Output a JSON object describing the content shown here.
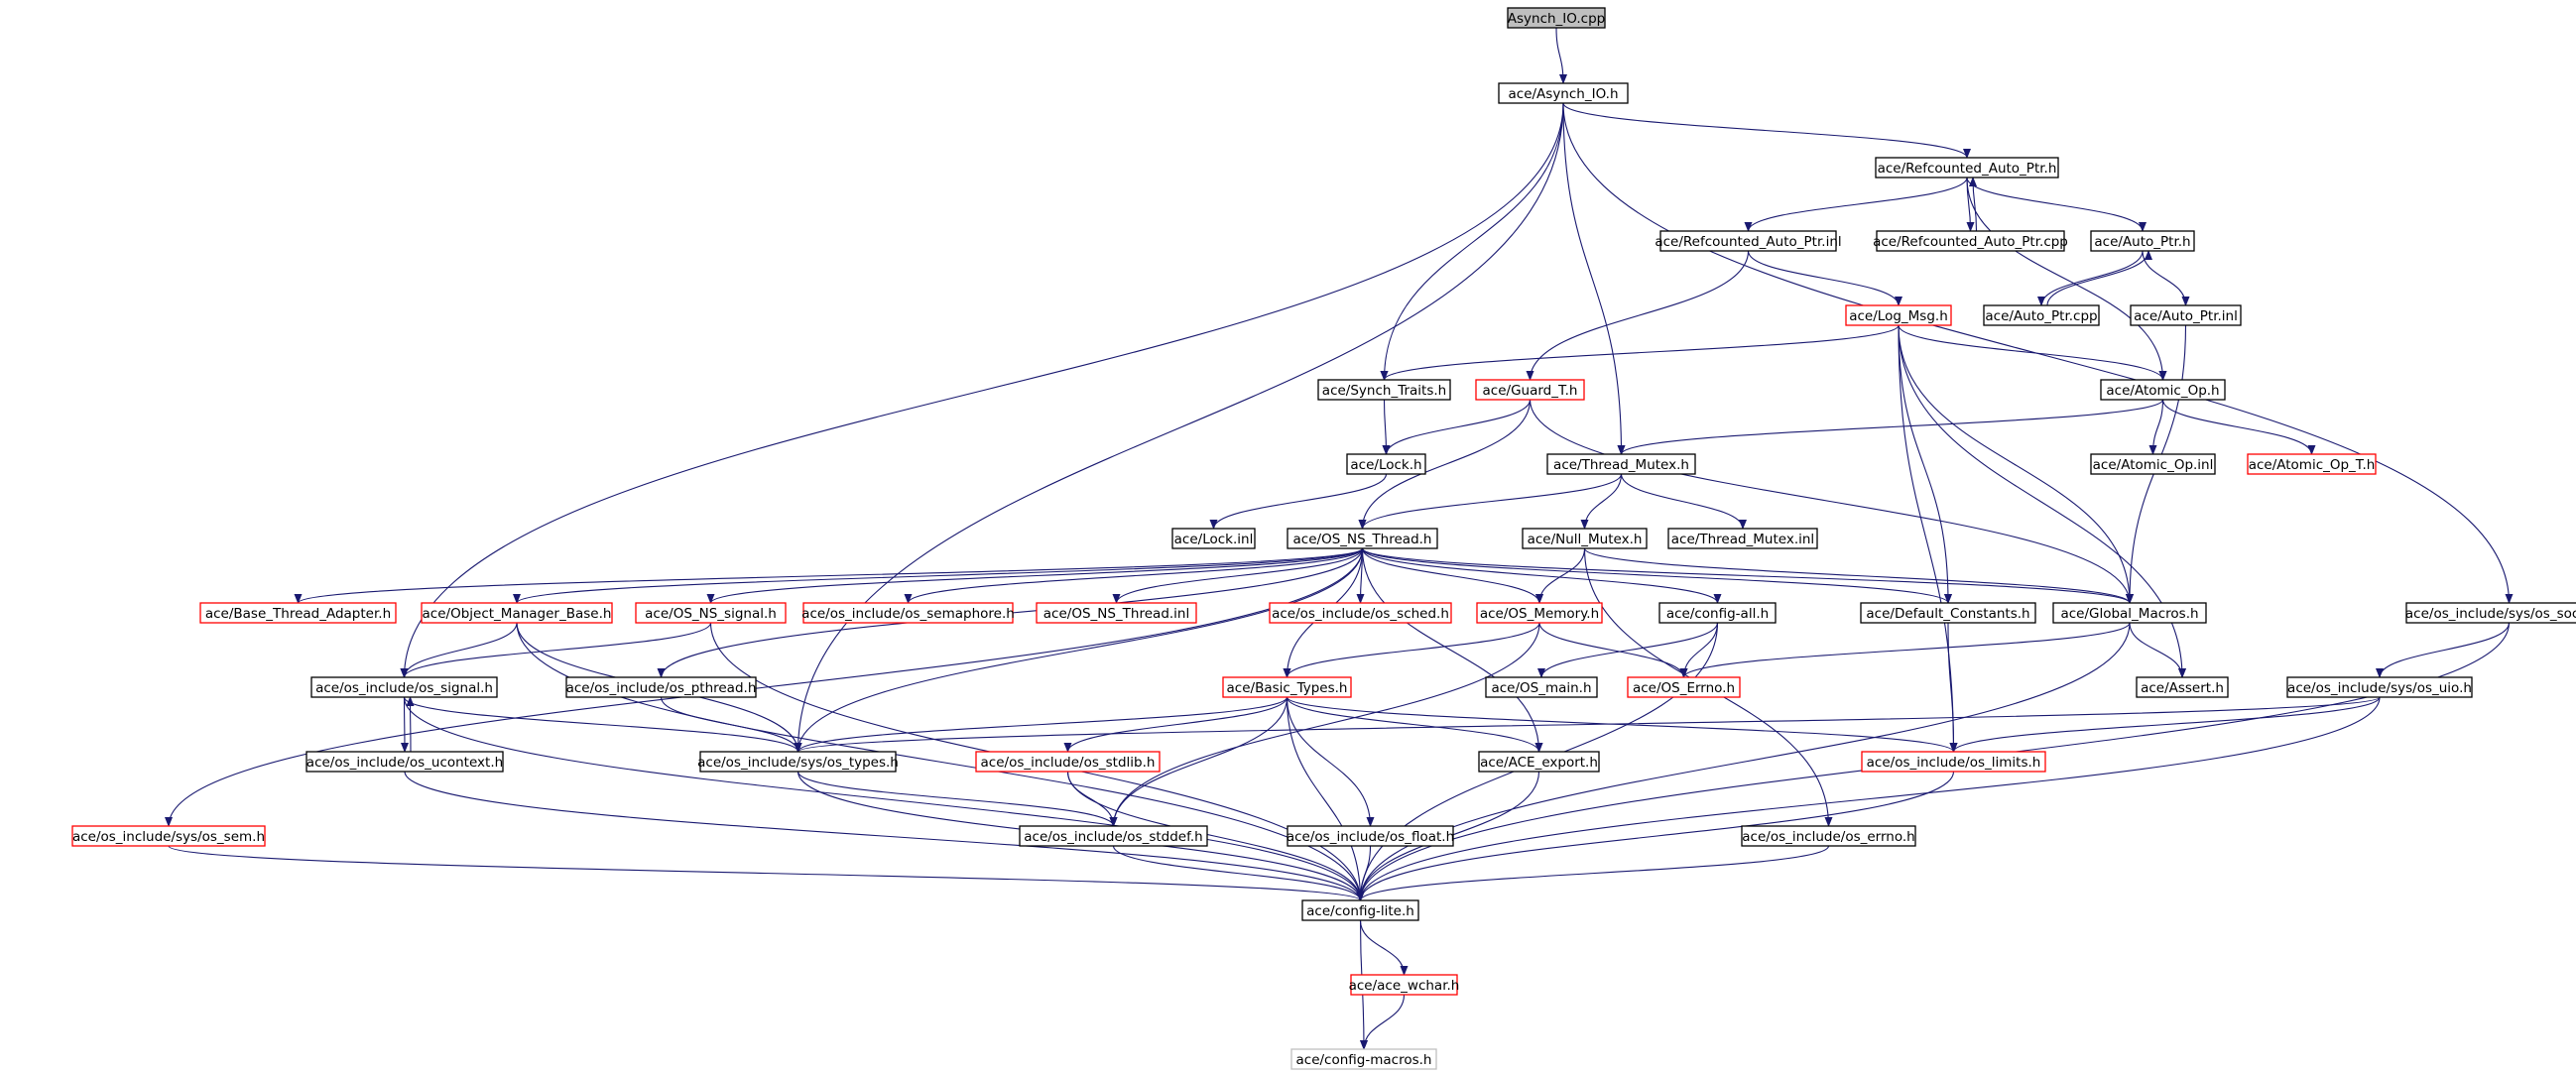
{
  "colors": {
    "edge": "#191970",
    "root_fill": "#bfbfbf",
    "root_border": "#000000",
    "normal_border": "#000000",
    "truncated_border": "#ff0000",
    "macros_border": "#bfbfbf",
    "text": "#000000"
  },
  "nodes": [
    {
      "id": "asynch_cpp",
      "label": "Asynch_IO.cpp",
      "style": "root"
    },
    {
      "id": "asynch_h",
      "label": "ace/Asynch_IO.h",
      "style": "normal"
    },
    {
      "id": "refauto_h",
      "label": "ace/Refcounted_Auto_Ptr.h",
      "style": "normal"
    },
    {
      "id": "refauto_inl",
      "label": "ace/Refcounted_Auto_Ptr.inl",
      "style": "normal"
    },
    {
      "id": "refauto_cpp",
      "label": "ace/Refcounted_Auto_Ptr.cpp",
      "style": "normal"
    },
    {
      "id": "autoptr_h",
      "label": "ace/Auto_Ptr.h",
      "style": "normal"
    },
    {
      "id": "autoptr_cpp",
      "label": "ace/Auto_Ptr.cpp",
      "style": "normal"
    },
    {
      "id": "autoptr_inl",
      "label": "ace/Auto_Ptr.inl",
      "style": "normal"
    },
    {
      "id": "logmsg",
      "label": "ace/Log_Msg.h",
      "style": "truncated"
    },
    {
      "id": "synch_traits",
      "label": "ace/Synch_Traits.h",
      "style": "normal"
    },
    {
      "id": "guard",
      "label": "ace/Guard_T.h",
      "style": "truncated"
    },
    {
      "id": "atomic_op",
      "label": "ace/Atomic_Op.h",
      "style": "normal"
    },
    {
      "id": "lock_h",
      "label": "ace/Lock.h",
      "style": "normal"
    },
    {
      "id": "thread_mutex",
      "label": "ace/Thread_Mutex.h",
      "style": "normal"
    },
    {
      "id": "atomic_inl",
      "label": "ace/Atomic_Op.inl",
      "style": "normal"
    },
    {
      "id": "atomic_t",
      "label": "ace/Atomic_Op_T.h",
      "style": "truncated"
    },
    {
      "id": "lock_inl",
      "label": "ace/Lock.inl",
      "style": "normal"
    },
    {
      "id": "os_ns_thread",
      "label": "ace/OS_NS_Thread.h",
      "style": "normal"
    },
    {
      "id": "null_mutex",
      "label": "ace/Null_Mutex.h",
      "style": "normal"
    },
    {
      "id": "thread_mutex_inl",
      "label": "ace/Thread_Mutex.inl",
      "style": "normal"
    },
    {
      "id": "base_thread",
      "label": "ace/Base_Thread_Adapter.h",
      "style": "truncated"
    },
    {
      "id": "obj_mgr",
      "label": "ace/Object_Manager_Base.h",
      "style": "truncated"
    },
    {
      "id": "os_ns_signal",
      "label": "ace/OS_NS_signal.h",
      "style": "truncated"
    },
    {
      "id": "os_semaphore",
      "label": "ace/os_include/os_semaphore.h",
      "style": "truncated"
    },
    {
      "id": "os_ns_thread_inl",
      "label": "ace/OS_NS_Thread.inl",
      "style": "truncated"
    },
    {
      "id": "os_sched",
      "label": "ace/os_include/os_sched.h",
      "style": "truncated"
    },
    {
      "id": "os_memory",
      "label": "ace/OS_Memory.h",
      "style": "truncated"
    },
    {
      "id": "config_all",
      "label": "ace/config-all.h",
      "style": "normal"
    },
    {
      "id": "default_const",
      "label": "ace/Default_Constants.h",
      "style": "normal"
    },
    {
      "id": "global_macros",
      "label": "ace/Global_Macros.h",
      "style": "normal"
    },
    {
      "id": "sys_socket",
      "label": "ace/os_include/sys/os_socket.h",
      "style": "normal"
    },
    {
      "id": "os_signal",
      "label": "ace/os_include/os_signal.h",
      "style": "normal"
    },
    {
      "id": "os_pthread",
      "label": "ace/os_include/os_pthread.h",
      "style": "normal"
    },
    {
      "id": "basic_types",
      "label": "ace/Basic_Types.h",
      "style": "truncated"
    },
    {
      "id": "os_main",
      "label": "ace/OS_main.h",
      "style": "normal"
    },
    {
      "id": "os_errno_h",
      "label": "ace/OS_Errno.h",
      "style": "truncated"
    },
    {
      "id": "assert",
      "label": "ace/Assert.h",
      "style": "normal"
    },
    {
      "id": "sys_uio",
      "label": "ace/os_include/sys/os_uio.h",
      "style": "normal"
    },
    {
      "id": "os_ucontext",
      "label": "ace/os_include/os_ucontext.h",
      "style": "normal"
    },
    {
      "id": "sys_types",
      "label": "ace/os_include/sys/os_types.h",
      "style": "normal"
    },
    {
      "id": "os_stdlib",
      "label": "ace/os_include/os_stdlib.h",
      "style": "truncated"
    },
    {
      "id": "ace_export",
      "label": "ace/ACE_export.h",
      "style": "normal"
    },
    {
      "id": "os_limits",
      "label": "ace/os_include/os_limits.h",
      "style": "truncated"
    },
    {
      "id": "sys_sem",
      "label": "ace/os_include/sys/os_sem.h",
      "style": "truncated"
    },
    {
      "id": "os_stddef",
      "label": "ace/os_include/os_stddef.h",
      "style": "normal"
    },
    {
      "id": "os_float",
      "label": "ace/os_include/os_float.h",
      "style": "normal"
    },
    {
      "id": "os_errno_inc",
      "label": "ace/os_include/os_errno.h",
      "style": "normal"
    },
    {
      "id": "config_lite",
      "label": "ace/config-lite.h",
      "style": "normal"
    },
    {
      "id": "ace_wchar",
      "label": "ace/ace_wchar.h",
      "style": "truncated"
    },
    {
      "id": "config_macros",
      "label": "ace/config-macros.h",
      "style": "macros"
    }
  ],
  "edges": [
    [
      "asynch_cpp",
      "asynch_h"
    ],
    [
      "asynch_h",
      "refauto_h"
    ],
    [
      "asynch_h",
      "synch_traits"
    ],
    [
      "asynch_h",
      "thread_mutex"
    ],
    [
      "asynch_h",
      "sys_socket"
    ],
    [
      "asynch_h",
      "os_signal"
    ],
    [
      "asynch_h",
      "sys_types"
    ],
    [
      "refauto_h",
      "refauto_inl"
    ],
    [
      "refauto_h",
      "refauto_cpp"
    ],
    [
      "refauto_cpp",
      "refauto_h"
    ],
    [
      "refauto_h",
      "autoptr_h"
    ],
    [
      "refauto_h",
      "atomic_op"
    ],
    [
      "autoptr_h",
      "autoptr_cpp"
    ],
    [
      "autoptr_cpp",
      "autoptr_h"
    ],
    [
      "autoptr_h",
      "autoptr_inl"
    ],
    [
      "refauto_inl",
      "logmsg"
    ],
    [
      "refauto_inl",
      "guard"
    ],
    [
      "autoptr_inl",
      "global_macros"
    ],
    [
      "logmsg",
      "synch_traits"
    ],
    [
      "logmsg",
      "atomic_op"
    ],
    [
      "logmsg",
      "default_const"
    ],
    [
      "logmsg",
      "global_macros"
    ],
    [
      "logmsg",
      "assert"
    ],
    [
      "logmsg",
      "os_limits"
    ],
    [
      "synch_traits",
      "lock_h"
    ],
    [
      "guard",
      "lock_h"
    ],
    [
      "guard",
      "os_ns_thread"
    ],
    [
      "guard",
      "global_macros"
    ],
    [
      "atomic_op",
      "thread_mutex"
    ],
    [
      "atomic_op",
      "atomic_inl"
    ],
    [
      "atomic_op",
      "atomic_t"
    ],
    [
      "lock_h",
      "lock_inl"
    ],
    [
      "thread_mutex",
      "os_ns_thread"
    ],
    [
      "thread_mutex",
      "null_mutex"
    ],
    [
      "thread_mutex",
      "thread_mutex_inl"
    ],
    [
      "null_mutex",
      "os_memory"
    ],
    [
      "null_mutex",
      "global_macros"
    ],
    [
      "null_mutex",
      "os_errno_inc"
    ],
    [
      "os_ns_thread",
      "base_thread"
    ],
    [
      "os_ns_thread",
      "obj_mgr"
    ],
    [
      "os_ns_thread",
      "os_ns_signal"
    ],
    [
      "os_ns_thread",
      "os_semaphore"
    ],
    [
      "os_ns_thread",
      "os_ns_thread_inl"
    ],
    [
      "os_ns_thread",
      "os_sched"
    ],
    [
      "os_ns_thread",
      "os_memory"
    ],
    [
      "os_ns_thread",
      "config_all"
    ],
    [
      "os_ns_thread",
      "default_const"
    ],
    [
      "os_ns_thread",
      "global_macros"
    ],
    [
      "os_ns_thread",
      "basic_types"
    ],
    [
      "os_ns_thread",
      "ace_export"
    ],
    [
      "os_ns_thread",
      "sys_sem"
    ],
    [
      "os_ns_thread",
      "os_pthread"
    ],
    [
      "os_ns_thread",
      "sys_types"
    ],
    [
      "obj_mgr",
      "os_signal"
    ],
    [
      "obj_mgr",
      "sys_types"
    ],
    [
      "obj_mgr",
      "config_lite"
    ],
    [
      "os_ns_signal",
      "os_signal"
    ],
    [
      "os_ns_signal",
      "config_lite"
    ],
    [
      "os_memory",
      "basic_types"
    ],
    [
      "os_memory",
      "os_stddef"
    ],
    [
      "os_memory",
      "os_errno_h"
    ],
    [
      "config_all",
      "os_main"
    ],
    [
      "config_all",
      "os_errno_h"
    ],
    [
      "config_all",
      "config_lite"
    ],
    [
      "default_const",
      "os_limits"
    ],
    [
      "global_macros",
      "assert"
    ],
    [
      "global_macros",
      "os_errno_h"
    ],
    [
      "global_macros",
      "config_lite"
    ],
    [
      "sys_socket",
      "sys_uio"
    ],
    [
      "sys_socket",
      "config_lite"
    ],
    [
      "sys_uio",
      "sys_types"
    ],
    [
      "sys_uio",
      "os_limits"
    ],
    [
      "sys_uio",
      "config_lite"
    ],
    [
      "os_signal",
      "os_ucontext"
    ],
    [
      "os_ucontext",
      "os_signal"
    ],
    [
      "os_signal",
      "sys_types"
    ],
    [
      "os_signal",
      "config_lite"
    ],
    [
      "os_pthread",
      "sys_types"
    ],
    [
      "os_ucontext",
      "config_lite"
    ],
    [
      "basic_types",
      "sys_types"
    ],
    [
      "basic_types",
      "os_stdlib"
    ],
    [
      "basic_types",
      "os_stddef"
    ],
    [
      "basic_types",
      "os_float"
    ],
    [
      "basic_types",
      "ace_export"
    ],
    [
      "basic_types",
      "os_limits"
    ],
    [
      "basic_types",
      "config_lite"
    ],
    [
      "sys_types",
      "os_stddef"
    ],
    [
      "sys_types",
      "config_lite"
    ],
    [
      "os_stdlib",
      "os_stddef"
    ],
    [
      "os_stdlib",
      "config_lite"
    ],
    [
      "os_stddef",
      "config_lite"
    ],
    [
      "os_float",
      "config_lite"
    ],
    [
      "ace_export",
      "config_lite"
    ],
    [
      "os_limits",
      "config_lite"
    ],
    [
      "os_errno_inc",
      "config_lite"
    ],
    [
      "sys_sem",
      "config_lite"
    ],
    [
      "config_lite",
      "ace_wchar"
    ],
    [
      "config_lite",
      "config_macros"
    ],
    [
      "ace_wchar",
      "config_macros"
    ]
  ]
}
